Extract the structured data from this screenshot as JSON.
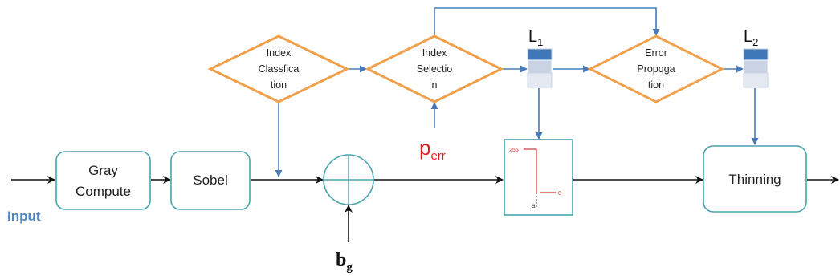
{
  "nodes": {
    "input_label": "Input",
    "gray_compute": [
      "Gray",
      "Compute"
    ],
    "sobel": "Sobel",
    "thinning": "Thinning",
    "index_classification": [
      "Index",
      "Classfica",
      "tion"
    ],
    "index_selection": [
      "Index",
      "Selectio",
      "n"
    ],
    "error_propagation": [
      "Error",
      "Propqga",
      "tion"
    ]
  },
  "tables": {
    "l1": {
      "base": "L",
      "sub": "1"
    },
    "l2": {
      "base": "L",
      "sub": "2"
    }
  },
  "signals": {
    "p_err": {
      "base": "p",
      "sub": "err"
    },
    "b_g": {
      "base": "b",
      "sub": "g"
    }
  },
  "threshold_plot": {
    "high_value": "255",
    "low_value": "0",
    "threshold": "a"
  },
  "colors": {
    "box_stroke": "#4aa3ad",
    "diamond_stroke": "#f0a04a",
    "blue_arrow": "#4a7ab8",
    "black_arrow": "#111111",
    "input_text": "#4a86c5",
    "p_err_text": "#e02020",
    "plot_red": "#d33333"
  }
}
